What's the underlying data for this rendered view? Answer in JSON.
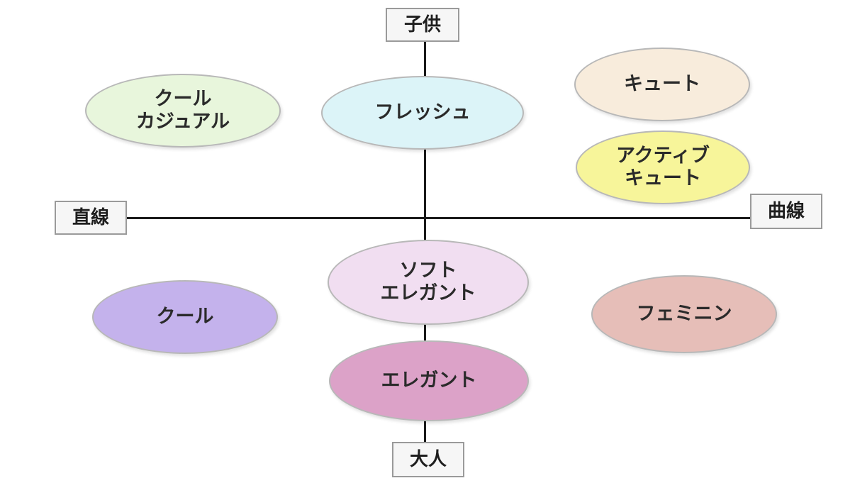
{
  "axes": {
    "top_label": "子供",
    "bottom_label": "大人",
    "left_label": "直線",
    "right_label": "曲線"
  },
  "styles": [
    {
      "id": "cool-casual",
      "lines": [
        "クール",
        "カジュアル"
      ],
      "color": "#e8f6dc"
    },
    {
      "id": "fresh",
      "lines": [
        "フレッシュ"
      ],
      "color": "#dcf4f8"
    },
    {
      "id": "cute",
      "lines": [
        "キュート"
      ],
      "color": "#f8ecdc"
    },
    {
      "id": "active-cute",
      "lines": [
        "アクティブ",
        "キュート"
      ],
      "color": "#f7f59a"
    },
    {
      "id": "soft-elegant",
      "lines": [
        "ソフト",
        "エレガント"
      ],
      "color": "#f1def1"
    },
    {
      "id": "cool",
      "lines": [
        "クール"
      ],
      "color": "#c4b2ec"
    },
    {
      "id": "feminine",
      "lines": [
        "フェミニン"
      ],
      "color": "#e6beb8"
    },
    {
      "id": "elegant",
      "lines": [
        "エレガント"
      ],
      "color": "#dca2c8"
    }
  ]
}
